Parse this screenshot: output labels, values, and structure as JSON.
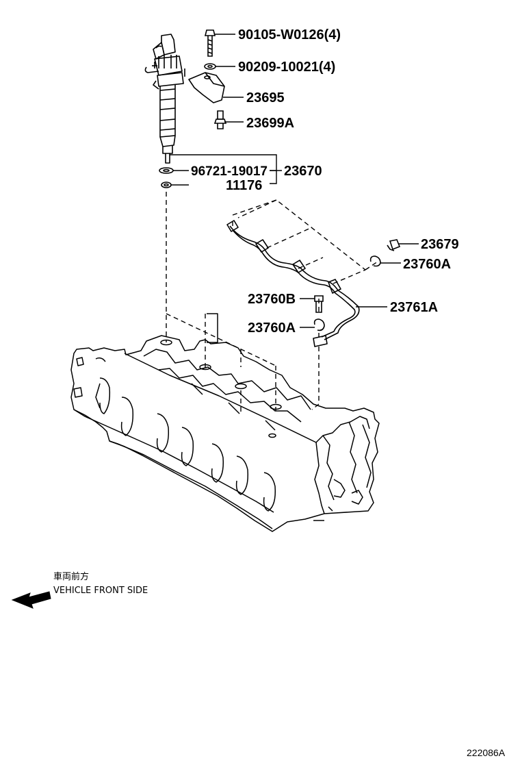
{
  "parts": {
    "bolt": "90105-W0126(4)",
    "washer": "90209-10021(4)",
    "clamp": "23695",
    "stud": "23699A",
    "gasket": "96721-19017",
    "injector_assy": "23670",
    "seal": "11176",
    "union_bolt": "23679",
    "gasket_upper": "23760A",
    "bolt_b": "23760B",
    "gasket_lower": "23760A",
    "leak_pipe": "23761A"
  },
  "orientation": {
    "label_jp": "車両前方",
    "label_en": "VEHICLE FRONT SIDE",
    "arrow_icon": "arrow-left-icon"
  },
  "figure_ref": "222086A",
  "colors": {
    "line": "#000000",
    "background": "#ffffff"
  }
}
